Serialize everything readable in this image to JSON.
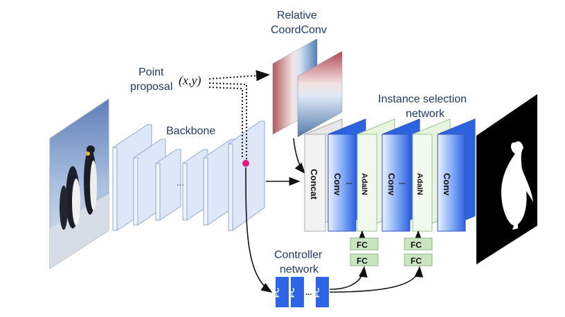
{
  "labels": {
    "relative_coordconv_line1": "Relative",
    "relative_coordconv_line2": "CoordConv",
    "point_line1": "Point",
    "point_line2": "proposal",
    "point_coords": "(x,y)",
    "backbone": "Backbone",
    "instance_line1": "Instance selection",
    "instance_line2": "network",
    "controller_line1": "Controller",
    "controller_line2": "network",
    "backbone_ellipsis": "...",
    "head_ellipsis_1": "...",
    "head_ellipsis_2": "...",
    "fc_ellipsis_1": "...",
    "fc_ellipsis_2": "...",
    "ctrl_ellipsis": "..."
  },
  "head_layers": [
    "Concat",
    "Conv",
    "AdaIN",
    "Conv",
    "AdaIN",
    "Conv"
  ],
  "fc_label": "FC",
  "controller_fc": [
    "FC",
    "FC",
    "FC"
  ],
  "colors": {
    "text": "#1f3a66",
    "backbone_fill": "#dde7f8",
    "backbone_stroke": "#8fa8d4",
    "conv_blue": "#3d78e8",
    "adain_fill": "#e8f4e0",
    "adain_stroke": "#9bc48a",
    "concat_fill": "#f2f2f2",
    "fc_green": "#c9e6c0",
    "controller_blue": "#2e64e6",
    "marker": "#e0187c"
  }
}
